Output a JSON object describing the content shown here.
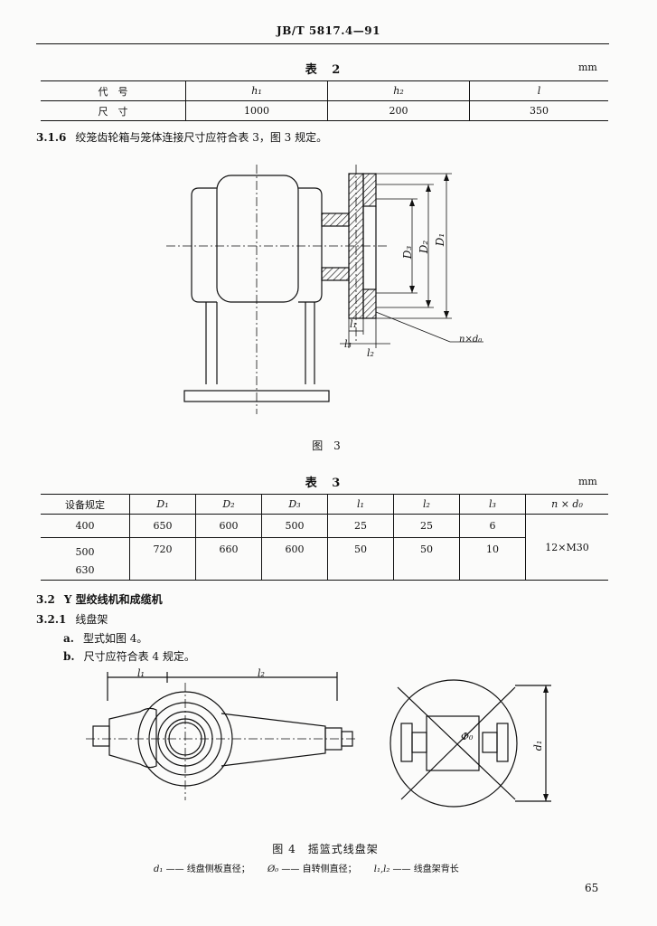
{
  "header": {
    "standard_code": "JB/T 5817.4—91"
  },
  "table2": {
    "caption": "表  2",
    "unit": "mm",
    "headers": [
      "代　号",
      "h₁",
      "h₂",
      "l"
    ],
    "row": [
      "尺　寸",
      "1000",
      "200",
      "350"
    ]
  },
  "section_316": {
    "number": "3.1.6",
    "text": "绞笼齿轮箱与笼体连接尺寸应符合表 3，图 3 规定。"
  },
  "figure3": {
    "caption": "图  3",
    "labels": {
      "d1": "D₁",
      "d2": "D₂",
      "d3": "D₃",
      "l1": "l₁",
      "l2": "l₂",
      "l3": "l₃",
      "nd": "n×d₀"
    }
  },
  "table3": {
    "caption": "表  3",
    "unit": "mm",
    "headers": [
      "设备规定",
      "D₁",
      "D₂",
      "D₃",
      "l₁",
      "l₂",
      "l₃",
      "n × d₀"
    ],
    "row1": [
      "400",
      "650",
      "600",
      "500",
      "25",
      "25",
      "6"
    ],
    "row2_spec_a": "500",
    "row2_spec_b": "630",
    "row2": [
      "720",
      "660",
      "600",
      "50",
      "50",
      "10"
    ],
    "merged_nd": "12×M30"
  },
  "section_32": {
    "number": "3.2",
    "title": "Y 型绞线机和成缆机"
  },
  "section_321": {
    "number": "3.2.1",
    "title": "线盘架"
  },
  "list": [
    {
      "marker": "a.",
      "text": "型式如图 4。"
    },
    {
      "marker": "b.",
      "text": "尺寸应符合表 4 规定。"
    }
  ],
  "figure4": {
    "caption": "图 4　摇篮式线盘架",
    "labels": {
      "l1": "l₁",
      "l2": "l₂",
      "phi0": "Φ₀",
      "d1": "d₁"
    },
    "legend": {
      "d1_sym": "d₁",
      "d1_text": "—— 线盘侧板直径；",
      "phi_sym": "Ø₀",
      "phi_text": "—— 自转侧直径；",
      "l_sym": "l₁,l₂",
      "l_text": "—— 线盘架背长"
    }
  },
  "page_number": "65"
}
